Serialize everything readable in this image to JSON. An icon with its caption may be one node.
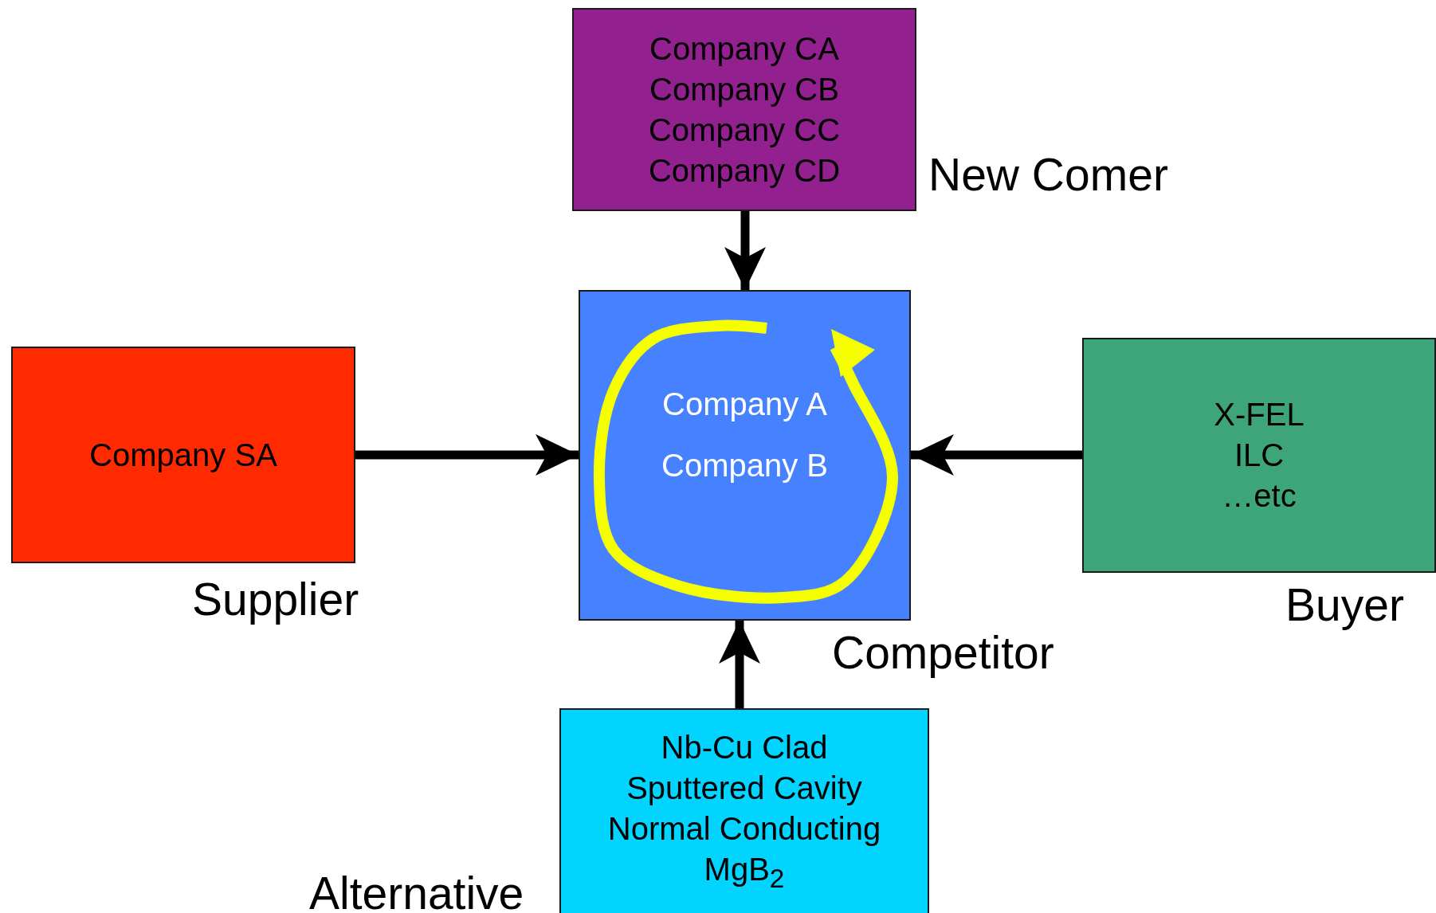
{
  "diagram": {
    "nodes": [
      {
        "text": [
          "Company CA",
          "Company CB",
          "Company CC",
          "Company CD",
          "New Comer"
        ]
      },
      {
        "text": [
          "Company SA",
          "Supplier"
        ]
      },
      {
        "text": [
          "Company A",
          "Company B",
          "Competitor"
        ]
      },
      {
        "text": [
          "X-FEL",
          "ILC",
          "…etc",
          "Buyer"
        ]
      },
      {
        "text": [
          "Nb-Cu Clad",
          "Sputtered Cavity",
          "Normal Conducting",
          "MgB$_{2}$",
          "Alternative"
        ]
      }
    ],
    "edges": [
      {
        "from": 0,
        "to": 2,
        "arrow": "to"
      },
      {
        "from": 1,
        "to": 2,
        "arrow": "to"
      },
      {
        "from": 3,
        "to": 2,
        "arrow": "to"
      },
      {
        "from": 4,
        "to": 2,
        "arrow": "to"
      }
    ]
  }
}
